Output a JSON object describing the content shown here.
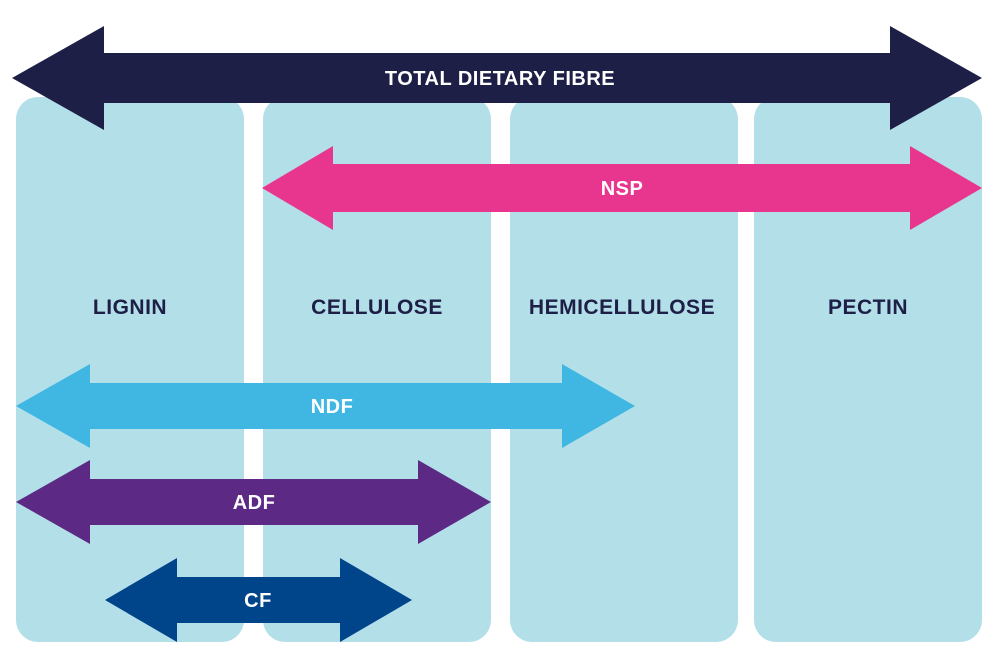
{
  "columns": [
    {
      "label": "LIGNIN"
    },
    {
      "label": "CELLULOSE"
    },
    {
      "label": "HEMICELLULOSE"
    },
    {
      "label": "PECTIN"
    }
  ],
  "arrows": {
    "total_dietary_fibre": {
      "label": "TOTAL DIETARY FIBRE",
      "color": "#1d1f47"
    },
    "nsp": {
      "label": "NSP",
      "color": "#e8358d"
    },
    "ndf": {
      "label": "NDF",
      "color": "#3fb7e2"
    },
    "adf": {
      "label": "ADF",
      "color": "#5c2a84"
    },
    "cf": {
      "label": "CF",
      "color": "#00448a"
    }
  },
  "colors": {
    "column_fill": "#b3dfe9",
    "column_text": "#1d1f47",
    "arrow_text": "#ffffff"
  }
}
